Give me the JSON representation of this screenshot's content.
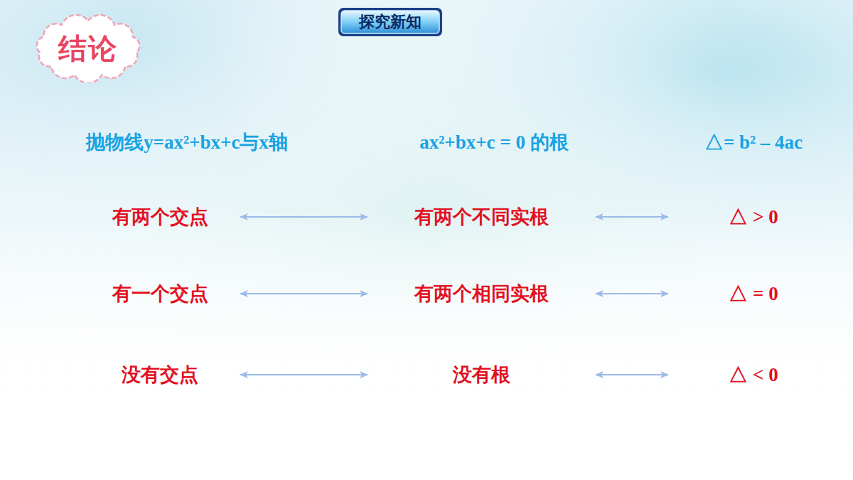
{
  "diagram": {
    "nodes": [
      {
        "text": [
          "探究新知"
        ]
      },
      {
        "text": [
          "结论"
        ]
      },
      {
        "text": [
          "有两个交点"
        ]
      },
      {
        "text": [
          "有两个不同实根"
        ]
      },
      {
        "text": [
          "△ > 0"
        ]
      },
      {
        "text": [
          "有一个交点"
        ]
      },
      {
        "text": [
          "有两个相同实根"
        ]
      },
      {
        "text": [
          "△ = 0"
        ]
      },
      {
        "text": [
          "没有交点"
        ]
      },
      {
        "text": [
          "没有根"
        ]
      },
      {
        "text": [
          "△ < 0"
        ]
      }
    ],
    "edges": [
      {
        "from": 2,
        "to": 3,
        "arrow": "both"
      },
      {
        "from": 3,
        "to": 4,
        "arrow": "both"
      },
      {
        "from": 5,
        "to": 6,
        "arrow": "both"
      },
      {
        "from": 6,
        "to": 7,
        "arrow": "both"
      },
      {
        "from": 8,
        "to": 9,
        "arrow": "both"
      },
      {
        "from": 9,
        "to": 10,
        "arrow": "both"
      }
    ],
    "labels": [
      "抛物线y=ax²+bx+c与x轴",
      "ax²+bx+c = 0 的根",
      "△= b² – 4ac"
    ]
  }
}
